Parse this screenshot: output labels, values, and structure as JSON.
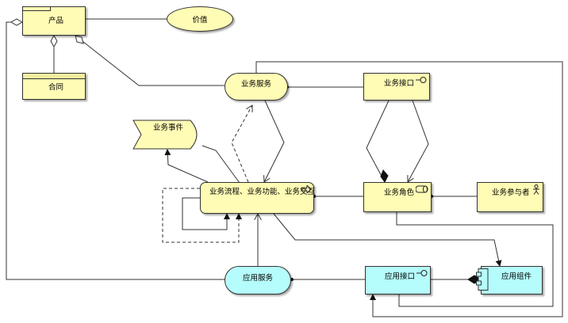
{
  "diagram": {
    "nodes": {
      "product": "产品",
      "value": "价值",
      "contract": "合同",
      "business_service": "业务服务",
      "business_interface": "业务接口",
      "business_event": "业务事件",
      "business_process": "业务流程、业务功能、业务交互",
      "business_role": "业务角色",
      "business_actor": "业务参与者",
      "application_service": "应用服务",
      "application_interface": "应用接口",
      "application_component": "应用组件"
    },
    "colors": {
      "business": "#fffcb5",
      "application": "#b5fcfc",
      "line": "#333333"
    },
    "icons": {
      "interface": "lollipop-icon",
      "role": "cylinder-icon",
      "actor": "stick-figure-icon",
      "process": "arrow-icon",
      "component": "component-icon"
    }
  }
}
